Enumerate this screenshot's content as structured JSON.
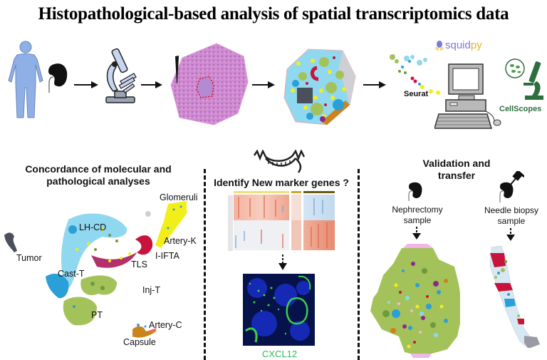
{
  "title": "Histopathological-based analysis of spatial transcriptomics data",
  "workflow": {
    "steps": [
      {
        "name": "patient",
        "icon": "human-body-icon"
      },
      {
        "name": "kidney",
        "icon": "kidney-icon"
      },
      {
        "name": "microscope",
        "icon": "microscope-icon"
      },
      {
        "name": "he-slide",
        "icon": "histology-slide-icon"
      },
      {
        "name": "spatial-map",
        "icon": "spatial-spot-map-icon"
      },
      {
        "name": "analysis-tools",
        "icon": "computer-icon"
      }
    ],
    "tools": {
      "seurat": "Seurat",
      "squidpy": "squidpy",
      "squidpy_part1": "squid",
      "squidpy_part2": "py",
      "cellscopes": "CellScopes"
    }
  },
  "sections": {
    "left": {
      "title_line1": "Concordance of molecular and",
      "title_line2": "pathological analyses",
      "clusters": [
        "Glomeruli",
        "LH-CD",
        "Artery-K",
        "I-IFTA",
        "TLS",
        "Tumor",
        "Cast-T",
        "Inj-T",
        "PT",
        "Artery-C",
        "Capsule"
      ]
    },
    "middle": {
      "title": "Identify New marker genes ?",
      "stain_label": "CXCL12"
    },
    "right": {
      "title": "Validation and transfer",
      "sample1_line1": "Nephrectomy",
      "sample1_line2": "sample",
      "sample2_line1": "Needle biopsy",
      "sample2_line2": "sample"
    }
  },
  "colors": {
    "body_blue": "#8fb0e6",
    "he_pink": "#c97bc4",
    "cluster_yellow": "#f2ee1a",
    "cluster_lightblue": "#8fd8ef",
    "cluster_blue": "#2a9fd8",
    "cluster_green": "#a4c25a",
    "cluster_darkgreen": "#6d9a3b",
    "cluster_red": "#c8143c",
    "cluster_purple": "#8b2a8b",
    "cluster_gray": "#4a4f5a",
    "cluster_orange": "#c9841a",
    "capsule_pink": "#ef6a6a",
    "heat_red": "#e0654a",
    "heat_blue": "#6fa6d6",
    "cellscopes_green": "#2e6e3e",
    "cxcl12_green": "#2dbb55"
  }
}
